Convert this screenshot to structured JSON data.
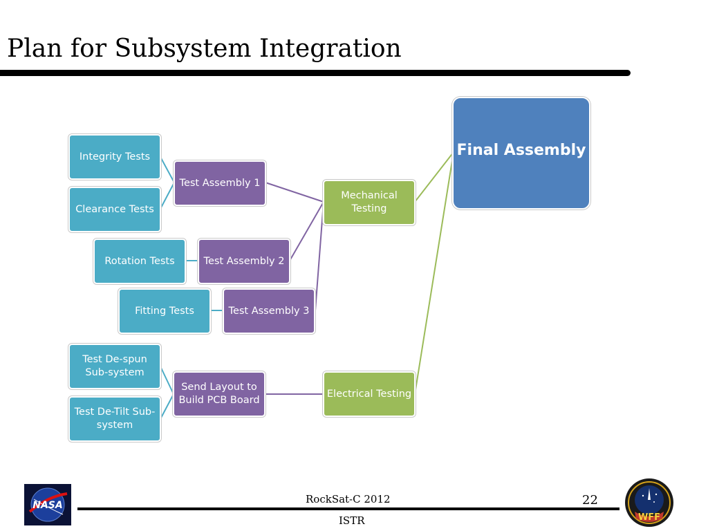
{
  "slide": {
    "title": "Plan for Subsystem Integration",
    "footer_center": "RockSat-C 2012",
    "footer_bottom": "ISTR",
    "page_number": "22",
    "nasa_logo_text": "NASA",
    "wff_logo_text": "WFF"
  },
  "diagram": {
    "colors": {
      "test": "#4bacc6",
      "assembly": "#8064a2",
      "stage": "#9bbb59",
      "final": "#4f81bd"
    },
    "nodes": {
      "integrity": "Integrity Tests",
      "clearance": "Clearance Tests",
      "assembly1": "Test Assembly 1",
      "rotation": "Rotation Tests",
      "assembly2": "Test Assembly 2",
      "fitting": "Fitting Tests",
      "assembly3": "Test Assembly 3",
      "mechanical": "Mechanical Testing",
      "despun": "Test De-spun Sub-system",
      "detilt": "Test De-Tilt Sub-system",
      "pcb": "Send Layout to Build PCB Board",
      "electrical": "Electrical Testing",
      "final": "Final Assembly"
    }
  }
}
